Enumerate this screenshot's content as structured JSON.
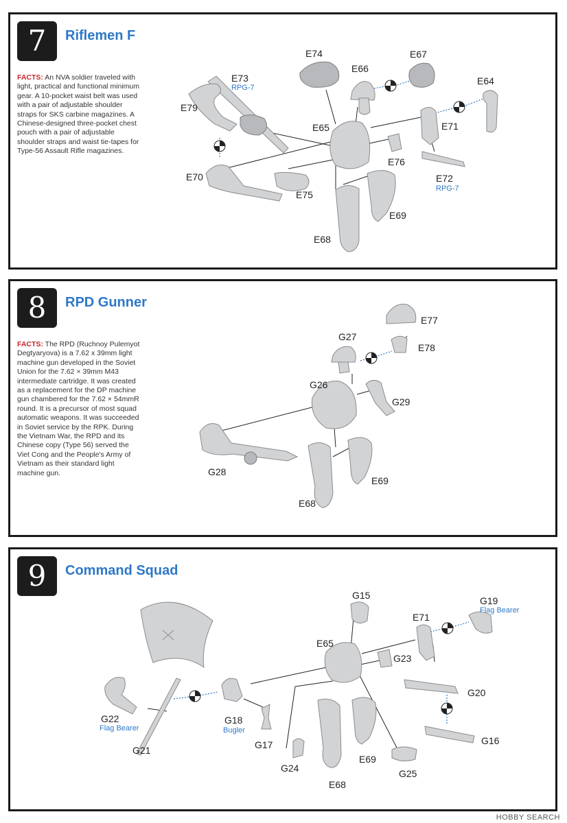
{
  "step7": {
    "number": "7",
    "title": "Riflemen F",
    "facts_label": "FACTS:",
    "facts_text": "An NVA soldier traveled with light, practical and functional minimum gear. A 10-pocket waist belt was used with a pair of adjustable shoulder straps for SKS carbine magazines. A Chinese-designed three-pocket chest pouch with a pair of adjustable shoulder straps and waist tie-tapes for Type-56 Assault Rifle magazines.",
    "parts": {
      "e74": "E74",
      "e66": "E66",
      "e67": "E67",
      "e73": "E73",
      "e73_sub": "RPG-7",
      "e79": "E79",
      "e64": "E64",
      "e65": "E65",
      "e71": "E71",
      "e76": "E76",
      "e72": "E72",
      "e72_sub": "RPG-7",
      "e70": "E70",
      "e75": "E75",
      "e69": "E69",
      "e68": "E68"
    }
  },
  "step8": {
    "number": "8",
    "title": "RPD Gunner",
    "facts_label": "FACTS:",
    "facts_text": "The RPD (Ruchnoy Pulemyot Degtyaryova) is a 7.62 x 39mm light machine gun developed in the Soviet Union for the 7.62 × 39mm M43 intermediate cartridge. It was created as a replacement for the DP machine gun chambered for the 7.62 × 54mmR round. It is a precursor of most squad automatic weapons. It was succeeded in Soviet service by the RPK. During the Vietnam War, the RPD and its Chinese copy (Type 56) served the Viet Cong and the People's Army of Vietnam as their standard light machine gun.",
    "parts": {
      "e77": "E77",
      "g27": "G27",
      "e78": "E78",
      "g26": "G26",
      "g29": "G29",
      "g28": "G28",
      "e69": "E69",
      "e68": "E68"
    }
  },
  "step9": {
    "number": "9",
    "title": "Command Squad",
    "parts": {
      "g15": "G15",
      "g19": "G19",
      "g19_sub": "Flag Bearer",
      "e71": "E71",
      "e65": "E65",
      "g23": "G23",
      "g20": "G20",
      "g22": "G22",
      "g22_sub": "Flag Bearer",
      "g18": "G18",
      "g18_sub": "Bugler",
      "g17": "G17",
      "g21": "G21",
      "g16": "G16",
      "g24": "G24",
      "e69": "E69",
      "g25": "G25",
      "e68": "E68"
    }
  },
  "watermark": "HOBBY SEARCH"
}
